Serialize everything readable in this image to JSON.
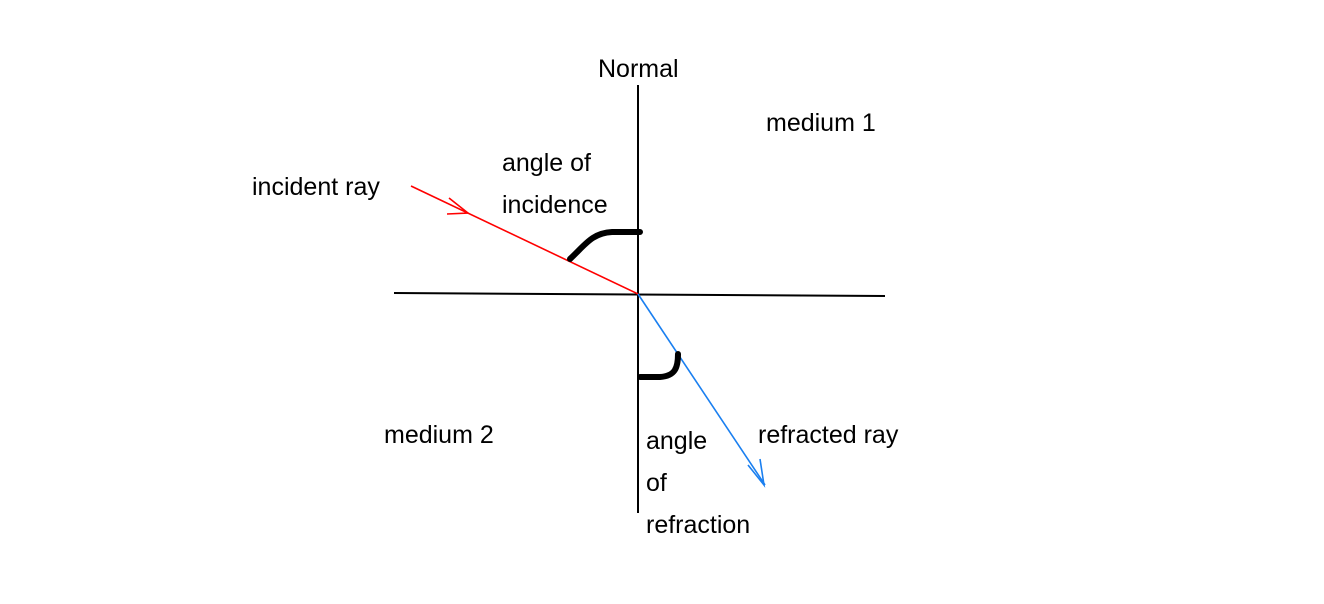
{
  "title": "Refraction of light",
  "labels": {
    "normal": "Normal",
    "medium1": "medium 1",
    "medium2": "medium 2",
    "incident_ray": "incident ray",
    "refracted_ray": "refracted ray",
    "angle_incidence": [
      "angle of",
      "incidence"
    ],
    "angle_refraction": [
      "angle",
      "of",
      "refraction"
    ]
  },
  "colors": {
    "incident": "#ff0000",
    "refracted": "#1a7ff0",
    "lines": "#000000",
    "background": "#ffffff"
  }
}
